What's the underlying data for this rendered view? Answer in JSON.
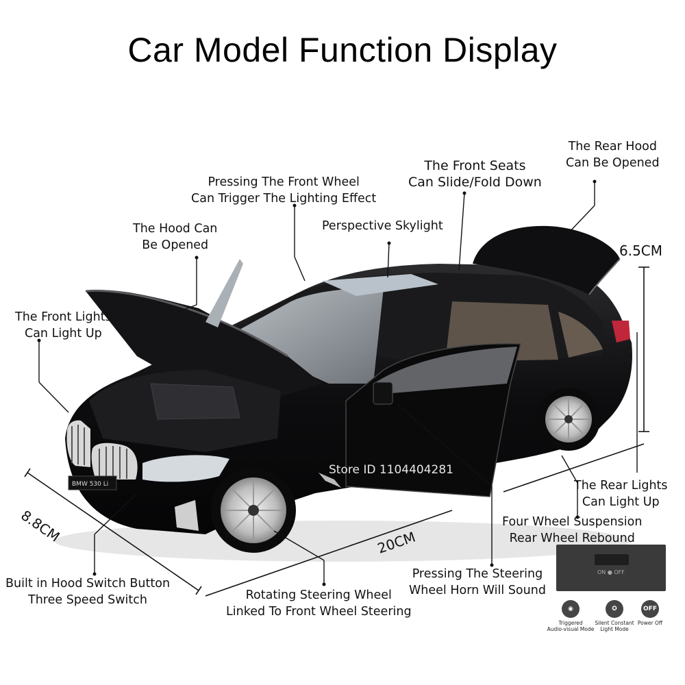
{
  "title": "Car Model Function Display",
  "callouts": {
    "rear_hood": [
      "The Rear Hood",
      "Can Be Opened"
    ],
    "front_seats": [
      "The Front Seats",
      "Can Slide/Fold Down"
    ],
    "front_wheel_light": [
      "Pressing The Front Wheel",
      "Can Trigger The Lighting Effect"
    ],
    "skylight": [
      "Perspective Skylight"
    ],
    "hood": [
      "The Hood Can",
      "Be Opened"
    ],
    "front_lights": [
      "The Front Lights",
      "Can Light Up"
    ],
    "rear_lights": [
      "The Rear Lights",
      "Can Light Up"
    ],
    "suspension": [
      "Four Wheel Suspension",
      "Rear Wheel Rebound"
    ],
    "hood_switch": [
      "Built in Hood Switch Button",
      "Three Speed Switch"
    ],
    "steering": [
      "Rotating Steering Wheel",
      "Linked To Front Wheel Steering"
    ],
    "horn": [
      "Pressing The Steering",
      "Wheel Horn Will Sound"
    ]
  },
  "dimensions": {
    "height": "6.5CM",
    "width": "8.8CM",
    "length": "20CM"
  },
  "watermark": "Store ID 1104404281",
  "plate": "BMW 530 Li",
  "switch_panel": {
    "switch_text": "ON ● OFF",
    "modes": [
      {
        "icon": "speaker-icon",
        "glyph": "◉",
        "label": [
          "Triggered",
          "Audio-visual Mode"
        ]
      },
      {
        "icon": "bulb-icon",
        "glyph": "💡",
        "label": [
          "Silent Constant",
          "Light Mode"
        ]
      },
      {
        "icon": "power-off-icon",
        "glyph": "OFF",
        "label": [
          "Power Off"
        ]
      }
    ]
  }
}
